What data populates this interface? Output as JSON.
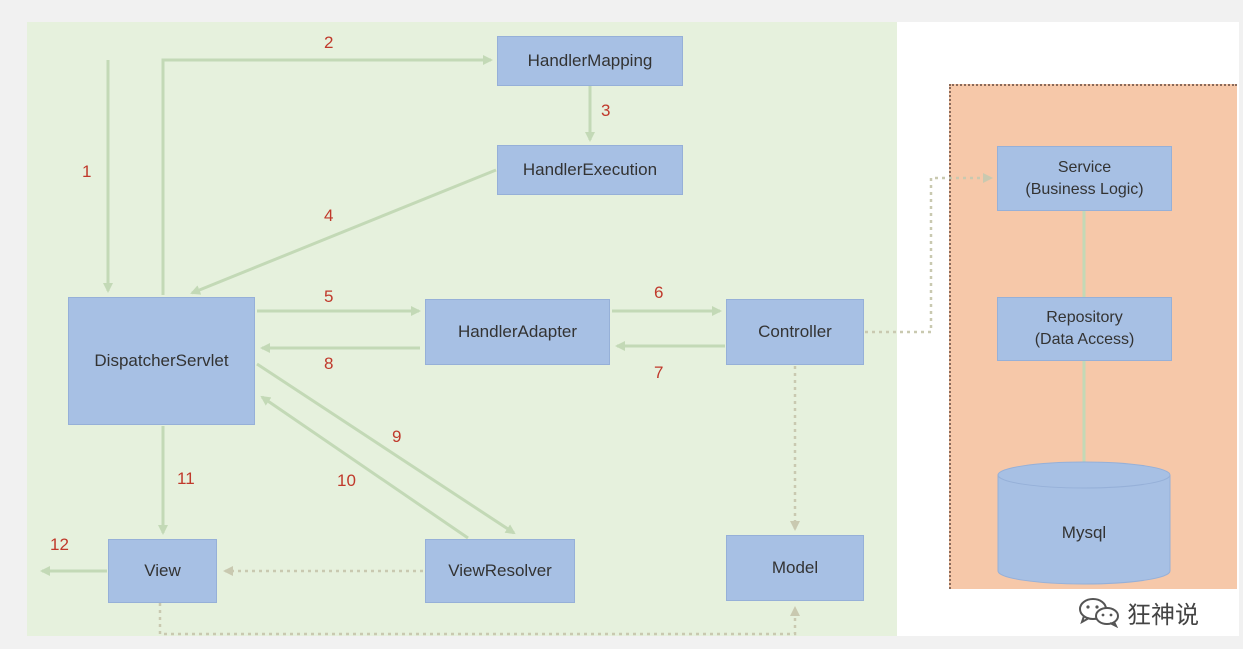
{
  "components": {
    "handler_mapping": "HandlerMapping",
    "handler_execution": "HandlerExecution",
    "dispatcher_servlet": "DispatcherServlet",
    "handler_adapter": "HandlerAdapter",
    "controller": "Controller",
    "view": "View",
    "view_resolver": "ViewResolver",
    "model": "Model",
    "service": "Service\n(Business Logic)",
    "repository": "Repository\n(Data Access)",
    "mysql": "Mysql"
  },
  "step_numbers": [
    "1",
    "2",
    "3",
    "4",
    "5",
    "6",
    "7",
    "8",
    "9",
    "10",
    "11",
    "12"
  ],
  "watermark": {
    "text": "狂神说",
    "icon": "wechat-icon"
  },
  "colors": {
    "green_panel": "#e6f1dd",
    "box_fill": "#a7c0e4",
    "backend_panel": "#f6c8a9",
    "arrow": "#c3d9b6",
    "step_number": "#c0392b"
  }
}
